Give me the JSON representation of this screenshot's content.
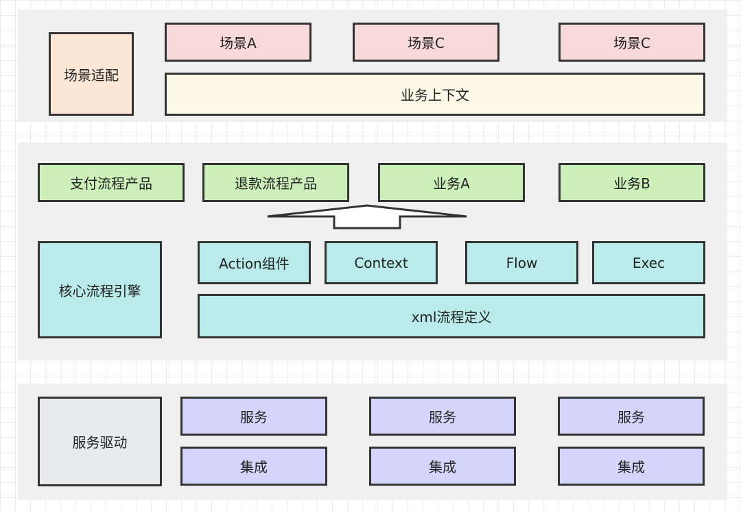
{
  "scene_layer": {
    "label": "场景适配",
    "scenes": [
      "场景A",
      "场景C",
      "场景C"
    ],
    "context": "业务上下文"
  },
  "engine_layer": {
    "products": [
      "支付流程产品",
      "退款流程产品",
      "业务A",
      "业务B"
    ],
    "label": "核心流程引擎",
    "components": [
      "Action组件",
      "Context",
      "Flow",
      "Exec"
    ],
    "definition": "xml流程定义"
  },
  "service_layer": {
    "label": "服务驱动",
    "service": [
      "服务",
      "服务",
      "服务"
    ],
    "integration": [
      "集成",
      "集成",
      "集成"
    ]
  },
  "colors": {
    "scene": "#f9dada",
    "context": "#fdf9e8",
    "adapter": "#fde6d5",
    "product": "#cdefb9",
    "engine": "#b9ebeb",
    "driver": "#e7ebed",
    "service": "#d3d6fa",
    "layer_bg": "#f0f0f0"
  }
}
